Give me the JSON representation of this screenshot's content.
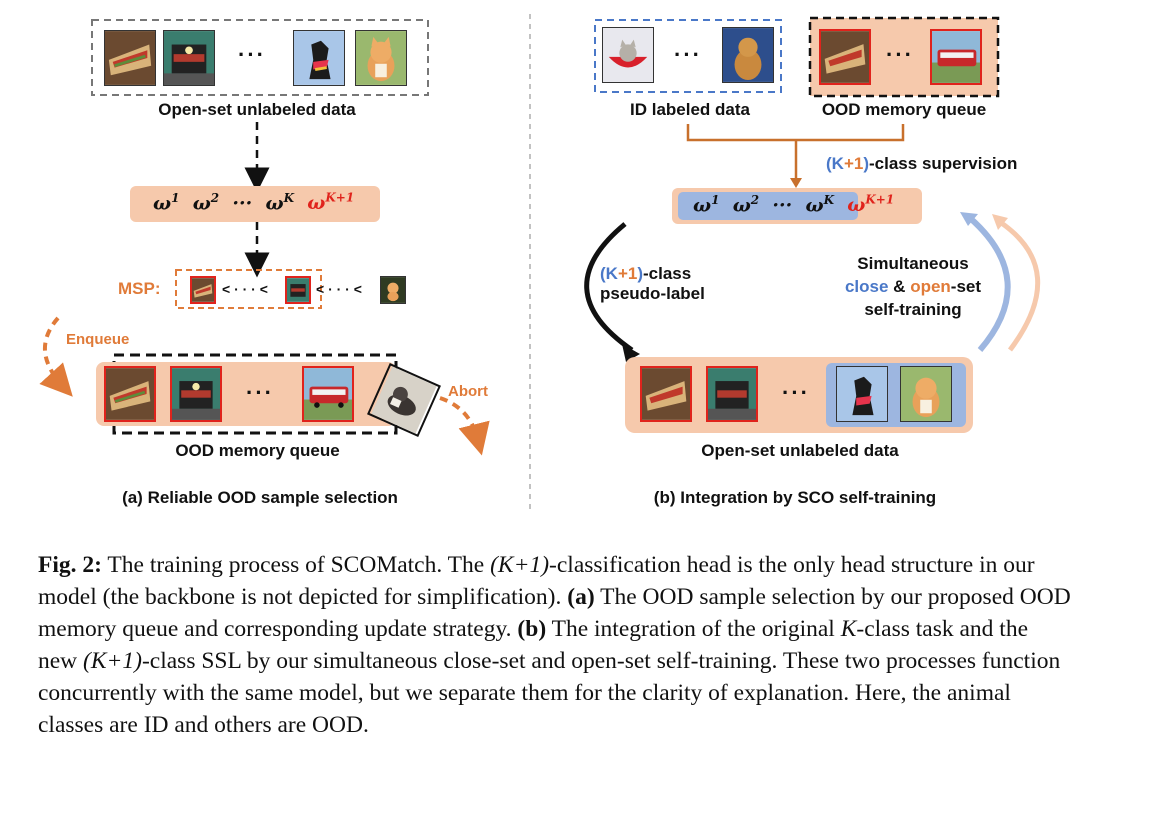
{
  "panel_a": {
    "top_label": "Open-set unlabeled data",
    "msp_label": "MSP:",
    "msp_chain": "< · · · <",
    "msp_chain2": "< · · · <",
    "enqueue_label": "Enqueue",
    "abort_label": "Abort",
    "queue_label": "OOD memory queue",
    "subcaption": "(a) Reliable OOD sample selection",
    "ellipsis": "···"
  },
  "panel_b": {
    "id_label": "ID labeled data",
    "ood_label": "OOD memory queue",
    "supervision_label": "-class supervision",
    "pseudo_prefix": "-class",
    "pseudo_label2": "pseudo-label",
    "simul_line1": "Simultaneous",
    "simul_close": "close",
    "simul_amp": " & ",
    "simul_open": "open",
    "simul_set": "-set",
    "simul_line3": "self-training",
    "bottom_label": "Open-set unlabeled data",
    "subcaption": "(b) Integration by SCO self-training",
    "ellipsis": "···"
  },
  "heads": {
    "w": "ω",
    "sup1": "1",
    "sup2": "2",
    "supK": "K",
    "supK1": "K+1",
    "dots": "···"
  },
  "kplus": {
    "open": "(",
    "K": "K",
    "plus1": "+1",
    "close": ")"
  },
  "caption": {
    "fig_label": "Fig. 2:",
    "s1": " The training process of SCOMatch. The ",
    "s1_math": "(K+1)",
    "s2": "-classification head is the only head structure in our model (the backbone is not depicted for simplification). ",
    "a_label": "(a)",
    "s3": " The OOD sample selection by our proposed OOD memory queue and corresponding update strategy. ",
    "b_label": "(b)",
    "s4": " The integration of the original ",
    "s4_math": "K",
    "s5": "-class task and the new ",
    "s5_math": "(K+1)",
    "s6": "-class SSL by our simultaneous close-set and open-set self-training. These two processes function concurrently with the same model, but we separate them for the clarity of explanation. Here, the animal classes are ID and others are OOD."
  },
  "colors": {
    "salmon": "#f6c9ac",
    "blue_box": "#9db6e0",
    "red": "#e0231c",
    "orange": "#e07b39",
    "blue_text": "#4a78c8"
  }
}
